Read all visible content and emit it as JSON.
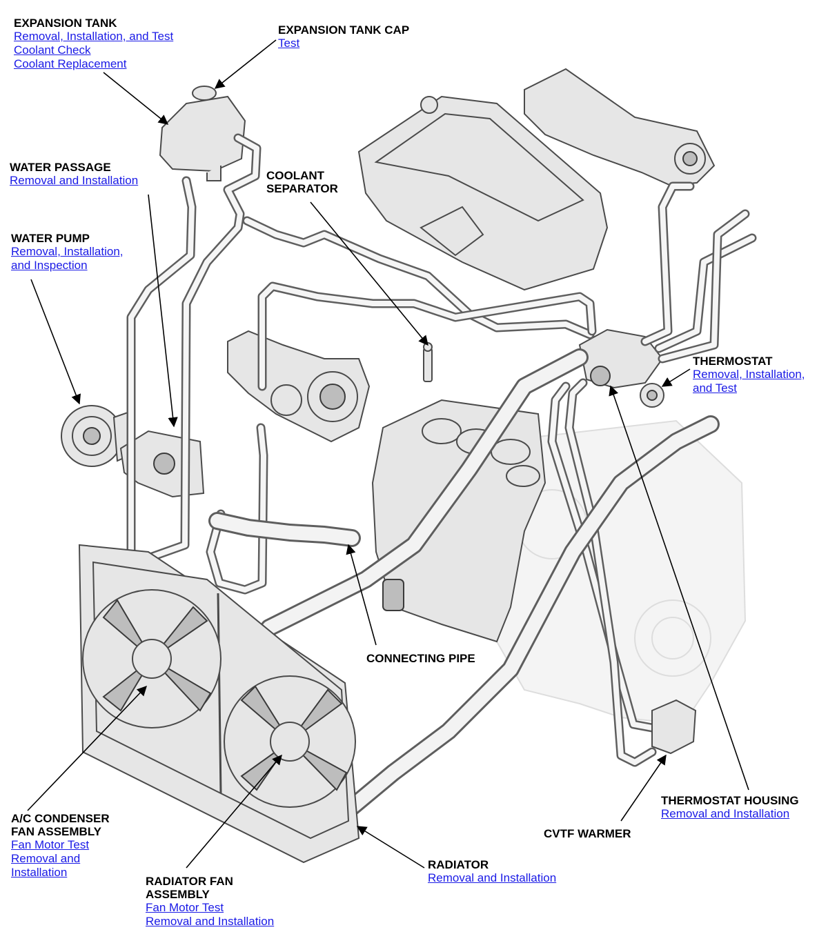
{
  "labels": {
    "expansion_tank": {
      "title": "EXPANSION TANK",
      "links": [
        "Removal, Installation, and Test",
        "Coolant Check",
        "Coolant Replacement"
      ]
    },
    "expansion_tank_cap": {
      "title": "EXPANSION TANK CAP",
      "links": [
        "Test"
      ]
    },
    "water_passage": {
      "title": "WATER PASSAGE",
      "links": [
        "Removal and Installation"
      ]
    },
    "coolant_separator": {
      "title_line1": "COOLANT",
      "title_line2": "SEPARATOR"
    },
    "water_pump": {
      "title": "WATER PUMP",
      "links": [
        "Removal, Installation,",
        "and Inspection"
      ]
    },
    "thermostat": {
      "title": "THERMOSTAT",
      "links": [
        "Removal, Installation,",
        "and Test"
      ]
    },
    "connecting_pipe": {
      "title": "CONNECTING PIPE"
    },
    "thermostat_housing": {
      "title": "THERMOSTAT HOUSING",
      "links": [
        "Removal and Installation"
      ]
    },
    "cvtf_warmer": {
      "title": "CVTF WARMER"
    },
    "ac_condenser_fan": {
      "title_line1": "A/C CONDENSER",
      "title_line2": "FAN ASSEMBLY",
      "links": [
        "Fan Motor Test",
        "Removal and",
        "Installation"
      ]
    },
    "radiator": {
      "title": "RADIATOR",
      "links": [
        "Removal and Installation"
      ]
    },
    "radiator_fan": {
      "title_line1": "RADIATOR FAN",
      "title_line2": "ASSEMBLY",
      "links": [
        "Fan Motor Test",
        "Removal and Installation"
      ]
    }
  },
  "colors": {
    "link": "#1a1ae6",
    "text": "#000000"
  }
}
